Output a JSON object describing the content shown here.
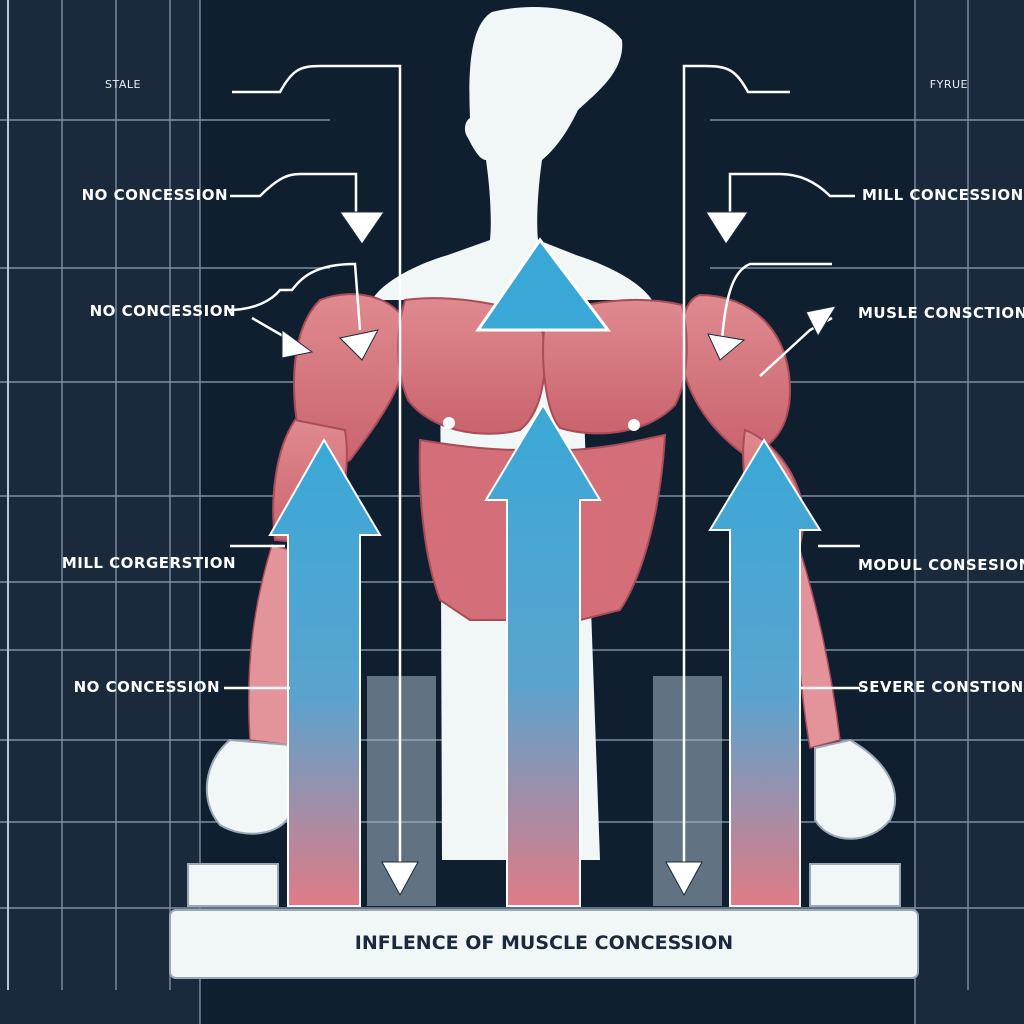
{
  "colors": {
    "background": "#1a2a3c",
    "panel": "#0e1e2e",
    "grid": "#8ea3b5",
    "silhouette": "#f1f7f7",
    "muscle": "#d9787f",
    "muscle_dark": "#b35360",
    "arrow_blue": "#3aa8d6",
    "bar_pink": "#e07b86",
    "bar_faded": "#a6b8c9"
  },
  "labels": {
    "top_left": "STALE",
    "top_right": "FYRUE",
    "left": [
      "NO CONCESSION",
      "NO CONCESSION",
      "MILL CORGERSTION",
      "NO CONCESSION"
    ],
    "right": [
      "MILL CONCESSION",
      "MUSLE CONSCTION",
      "MODUL CONSESION",
      "SEVERE CONSTION"
    ]
  },
  "footer": {
    "title": "INFLENCE OF MUSCLE CONCESSION"
  }
}
